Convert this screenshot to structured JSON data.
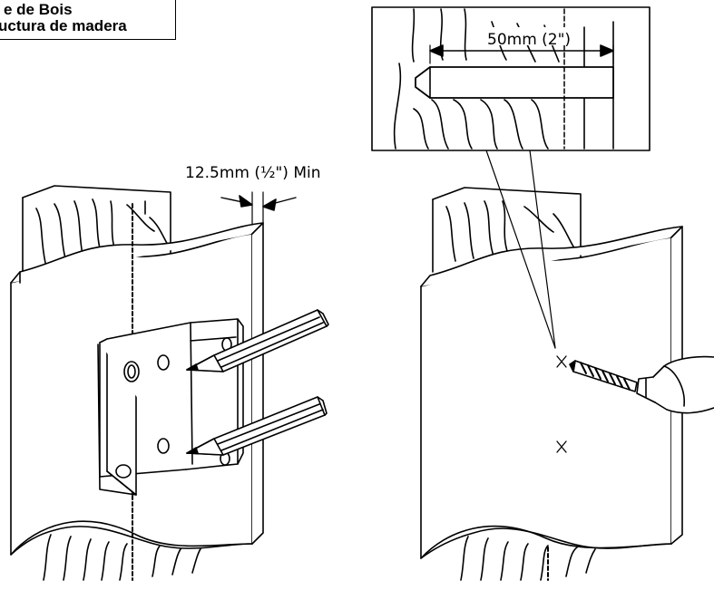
{
  "header": {
    "line1": "e de Bois",
    "line2": "uctura de madera"
  },
  "left_figure": {
    "spacing_label": "12.5mm (½\") Min"
  },
  "right_figure": {
    "depth_label": "50mm (2\")",
    "hole_marks": [
      "×",
      "×"
    ]
  },
  "colors": {
    "line": "#000000",
    "background": "#ffffff"
  }
}
